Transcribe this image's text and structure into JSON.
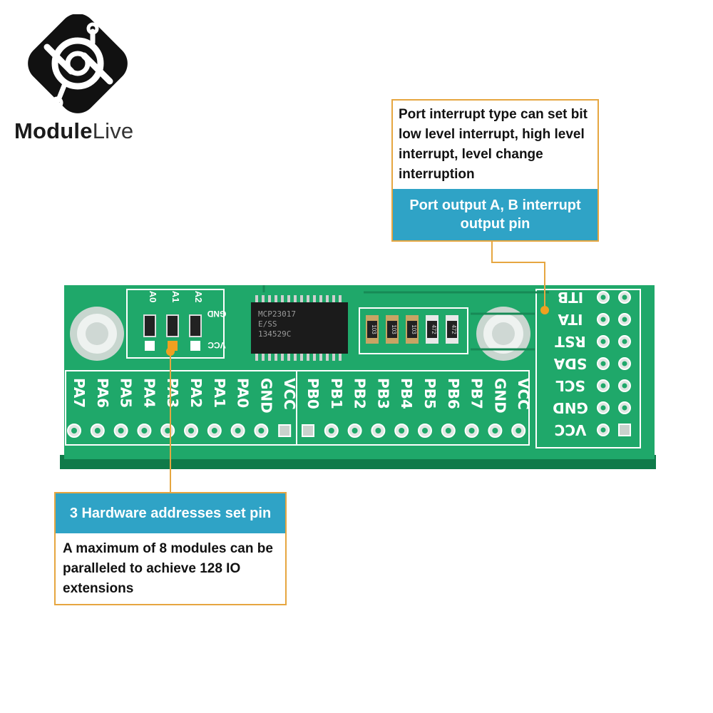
{
  "brand": {
    "name_part1": "Module",
    "name_part2": "Live"
  },
  "colors": {
    "callout_head": "#2fa3c6",
    "callout_border": "#e6a640",
    "pcb": "#1fa86a",
    "pcb_silk": "#ffffff"
  },
  "callouts": {
    "interrupt_type": {
      "text": "Port interrupt type can set bit low level interrupt, high level interrupt, level change interruption",
      "heading": "Port output A, B interrupt output pin"
    },
    "hardware_address": {
      "heading": "3 Hardware addresses set pin",
      "text": "A maximum of 8 modules can be paralleled to achieve 128 IO extensions"
    }
  },
  "board": {
    "chip_text": [
      "MCP23017",
      "E/SS",
      "134529C"
    ],
    "address_labels": [
      "A0",
      "A1",
      "A2"
    ],
    "address_side_labels": [
      "GND",
      "VCC"
    ],
    "resistor_labels": [
      "103",
      "103",
      "103",
      "472",
      "472"
    ],
    "bottom_pins": [
      "PA7",
      "PA6",
      "PA5",
      "PA4",
      "PA3",
      "PA2",
      "PA1",
      "PA0",
      "GND",
      "VCC",
      "PB0",
      "PB1",
      "PB2",
      "PB3",
      "PB4",
      "PB5",
      "PB6",
      "PB7",
      "GND",
      "VCC"
    ],
    "right_pins": [
      "ITB",
      "ITA",
      "RST",
      "SDA",
      "SCL",
      "GND",
      "VCC"
    ]
  }
}
